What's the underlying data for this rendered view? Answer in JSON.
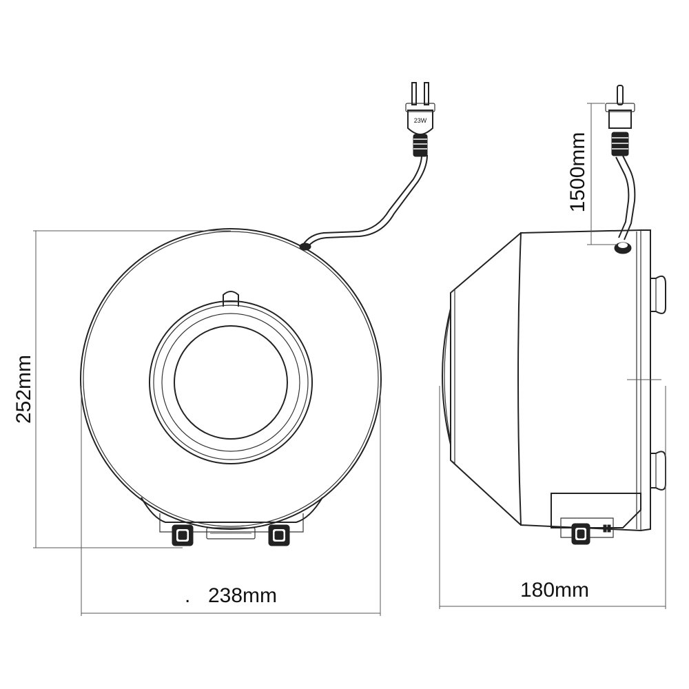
{
  "dimensions": {
    "height": "252mm",
    "front_width": "238mm",
    "front_width_prefix": ".",
    "side_depth": "180mm",
    "cord_length": "1500mm"
  },
  "plug_label": "23W",
  "colors": {
    "line": "#222222",
    "background": "#ffffff"
  }
}
